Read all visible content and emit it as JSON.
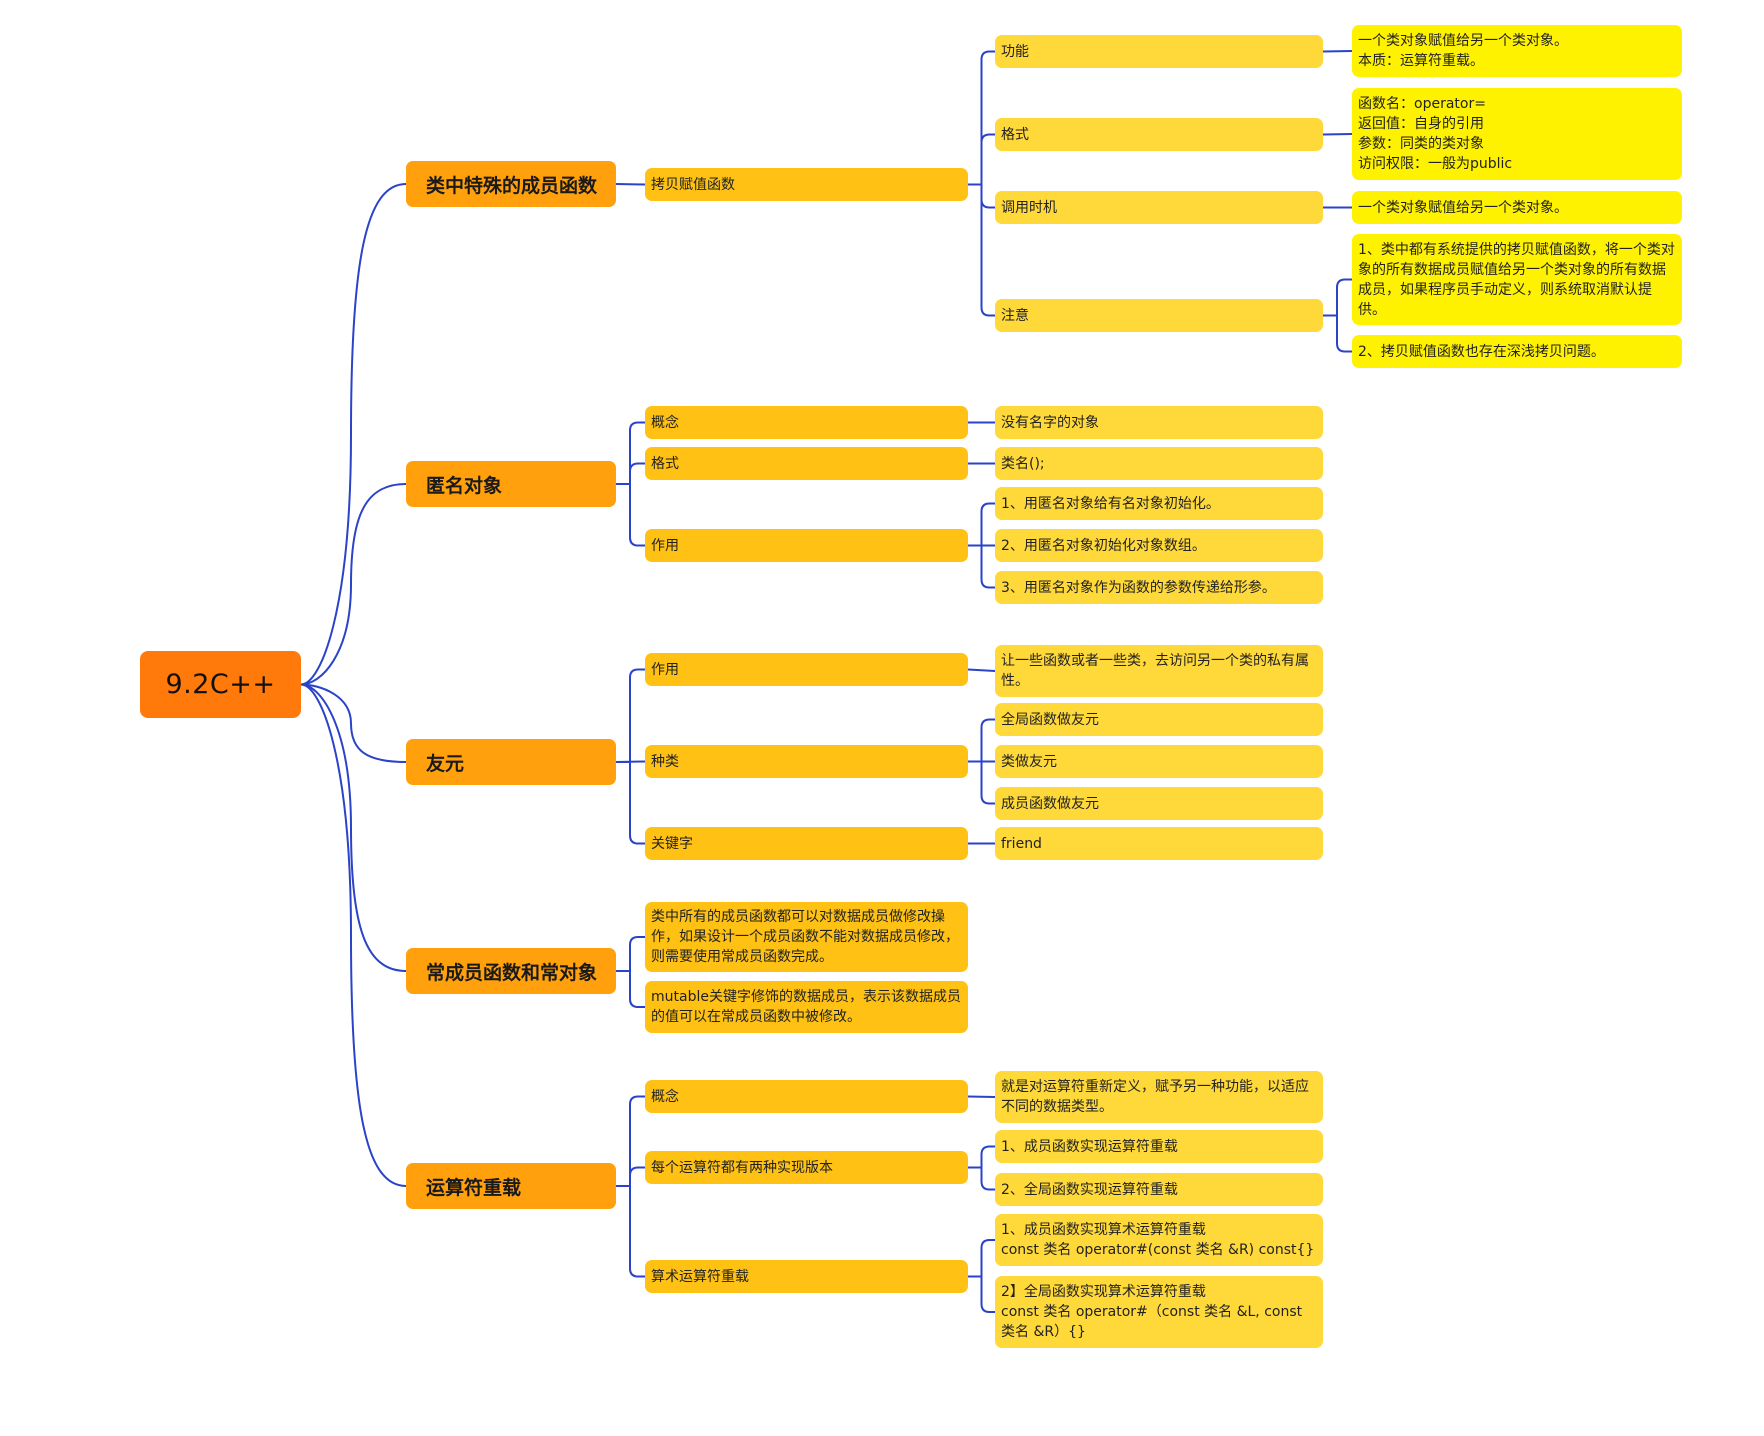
{
  "colors": {
    "line": "#2b43c8",
    "root": "#ff7a0b",
    "main": "#ffa00c",
    "sub": "#ffc214",
    "lvl3": "#ffd93a",
    "lvl4": "#fff200"
  },
  "mindmap": {
    "root": {
      "text": "9.2C++"
    },
    "branches": [
      {
        "text": "类中特殊的成员函数",
        "children": [
          {
            "text": "拷贝赋值函数",
            "children": [
              {
                "text": "功能",
                "children": [
                  {
                    "text": "一个类对象赋值给另一个类对象。\n本质：运算符重载。"
                  }
                ]
              },
              {
                "text": "格式",
                "children": [
                  {
                    "text": "函数名：operator=\n返回值：自身的引用\n参数：同类的类对象\n访问权限：一般为public"
                  }
                ]
              },
              {
                "text": "调用时机",
                "children": [
                  {
                    "text": "一个类对象赋值给另一个类对象。"
                  }
                ]
              },
              {
                "text": "注意",
                "children": [
                  {
                    "text": "1、类中都有系统提供的拷贝赋值函数，将一个类对象的所有数据成员赋值给另一个类对象的所有数据成员，如果程序员手动定义，则系统取消默认提供。"
                  },
                  {
                    "text": "2、拷贝赋值函数也存在深浅拷贝问题。"
                  }
                ]
              }
            ]
          }
        ]
      },
      {
        "text": "匿名对象",
        "children": [
          {
            "text": "概念",
            "children": [
              {
                "text": "没有名字的对象"
              }
            ]
          },
          {
            "text": "格式",
            "children": [
              {
                "text": "类名();"
              }
            ]
          },
          {
            "text": "作用",
            "children": [
              {
                "text": "1、用匿名对象给有名对象初始化。"
              },
              {
                "text": "2、用匿名对象初始化对象数组。"
              },
              {
                "text": "3、用匿名对象作为函数的参数传递给形参。"
              }
            ]
          }
        ]
      },
      {
        "text": "友元",
        "children": [
          {
            "text": "作用",
            "children": [
              {
                "text": "让一些函数或者一些类，去访问另一个类的私有属性。"
              }
            ]
          },
          {
            "text": "种类",
            "children": [
              {
                "text": "全局函数做友元"
              },
              {
                "text": "类做友元"
              },
              {
                "text": "成员函数做友元"
              }
            ]
          },
          {
            "text": "关键字",
            "children": [
              {
                "text": "friend"
              }
            ]
          }
        ]
      },
      {
        "text": "常成员函数和常对象",
        "children": [
          {
            "text": "类中所有的成员函数都可以对数据成员做修改操作，如果设计一个成员函数不能对数据成员修改，则需要使用常成员函数完成。"
          },
          {
            "text": "mutable关键字修饰的数据成员，表示该数据成员的值可以在常成员函数中被修改。"
          }
        ]
      },
      {
        "text": "运算符重载",
        "children": [
          {
            "text": "概念",
            "children": [
              {
                "text": " 就是对运算符重新定义，赋予另一种功能，以适应不同的数据类型。"
              }
            ]
          },
          {
            "text": "每个运算符都有两种实现版本",
            "children": [
              {
                "text": "1、成员函数实现运算符重载"
              },
              {
                "text": "2、全局函数实现运算符重载"
              }
            ]
          },
          {
            "text": "算术运算符重载",
            "children": [
              {
                "text": "1、成员函数实现算术运算符重载\nconst 类名 operator#(const 类名 &R) const{}"
              },
              {
                "text": "2】全局函数实现算术运算符重载\nconst 类名 operator#（const 类名 &L, const 类名 &R）{}"
              }
            ]
          }
        ]
      }
    ]
  }
}
